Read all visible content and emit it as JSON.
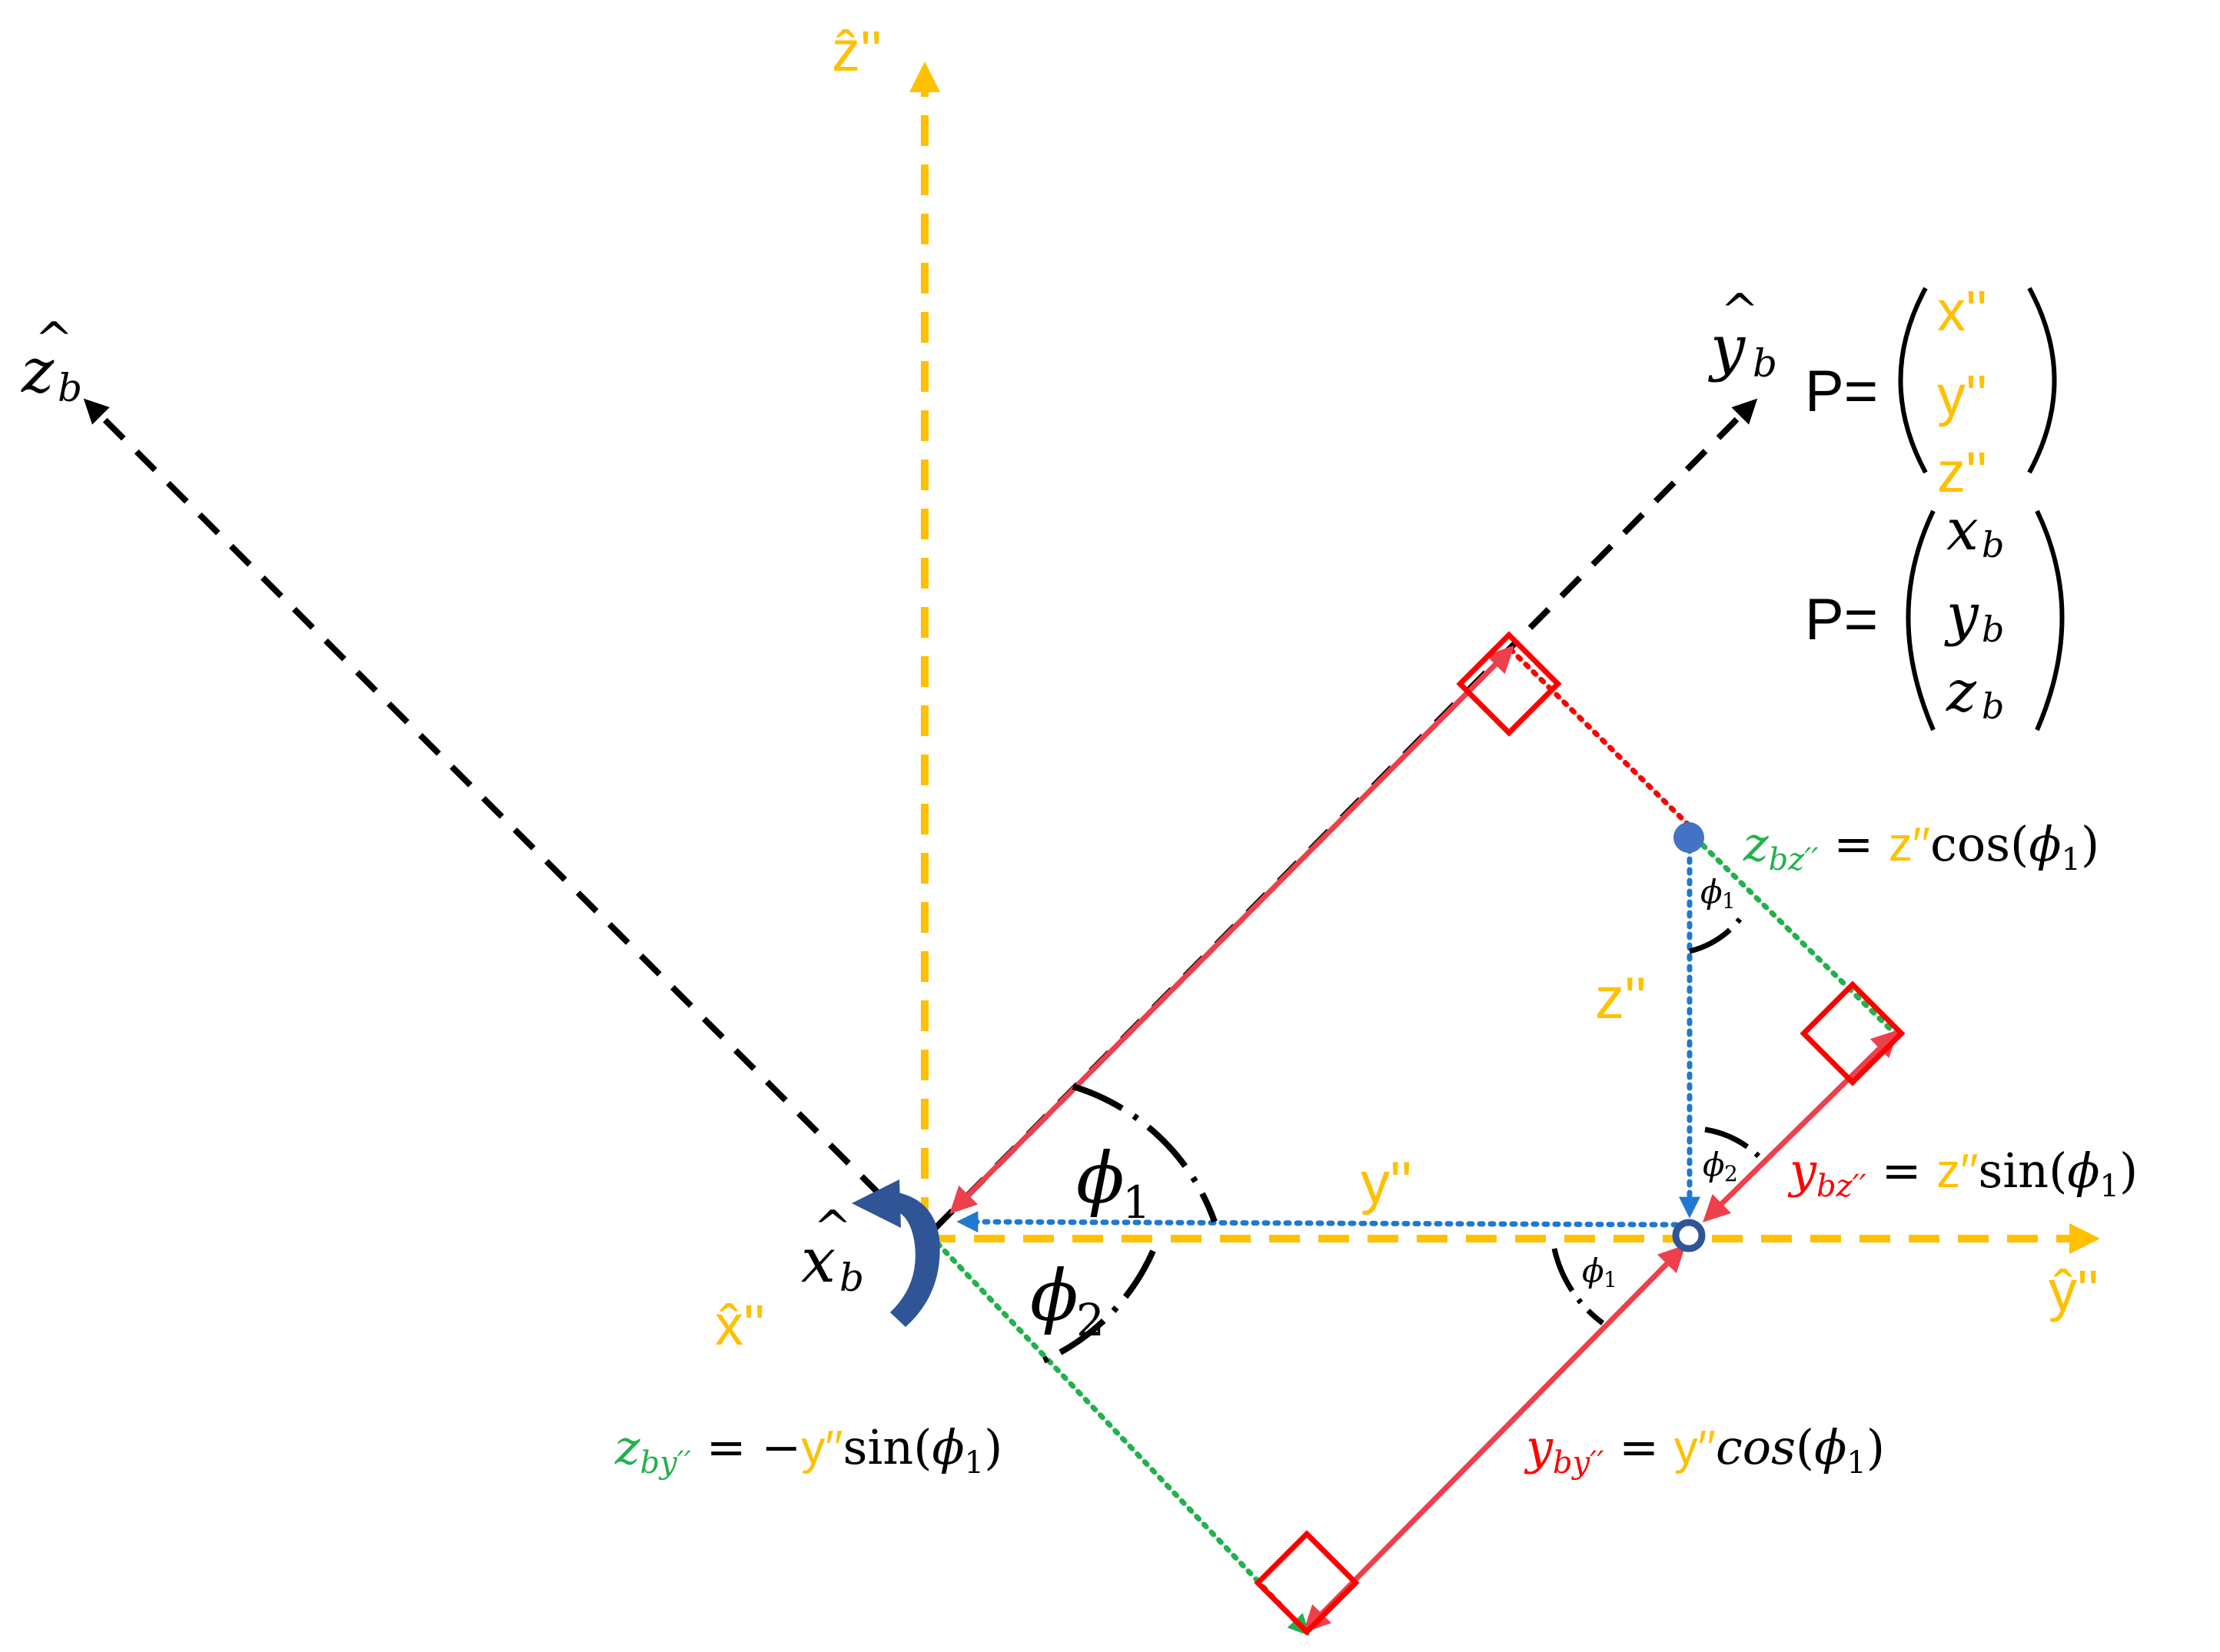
{
  "colors": {
    "primed_axes": "#FFC000",
    "body_axes": "#000000",
    "red": "#FF0000",
    "red_vector": "#EE3F4C",
    "green": "#22B14C",
    "blue": "#1F78D1",
    "rotation_arrow": "#2F5597",
    "point_fill": "#4472C4",
    "text": "#000000"
  },
  "axes": {
    "z_pp_hat": "ẑ''",
    "y_pp_hat": "ŷ''",
    "x_pp_hat": "x̂''",
    "z_b_hat": {
      "hat": "^",
      "base": "z",
      "sub": "b"
    },
    "y_b_hat": {
      "hat": "^",
      "base": "y",
      "sub": "b"
    },
    "x_b_hat": {
      "hat": "^",
      "base": "x",
      "sub": "b"
    }
  },
  "point_vectors": {
    "primed": {
      "lhs": "P=",
      "components": [
        "x''",
        "y''",
        "z''"
      ]
    },
    "body": {
      "lhs": "P=",
      "components": [
        {
          "base": "x",
          "sub": "b"
        },
        {
          "base": "y",
          "sub": "b"
        },
        {
          "base": "z",
          "sub": "b"
        }
      ]
    }
  },
  "labels": {
    "y_pp": "y''",
    "z_pp": "z''",
    "phi1_large": {
      "base": "ϕ",
      "sub": "1"
    },
    "phi2_large": {
      "base": "ϕ",
      "sub": "2"
    },
    "phi1_small_upper": {
      "base": "ϕ",
      "sub": "1"
    },
    "phi1_small_lower": {
      "base": "ϕ",
      "sub": "1"
    },
    "phi2_small": {
      "base": "ϕ",
      "sub": "2"
    }
  },
  "equations": {
    "z_bz": {
      "lhs_base": "z",
      "lhs_sub": "bz′′",
      "eq": " = ",
      "coef": "z′′",
      "func": "cos",
      "arg_open": "(",
      "arg": "ϕ",
      "arg_sub": "1",
      "arg_close": ")"
    },
    "y_bz": {
      "lhs_base": "y",
      "lhs_sub": "bz′′",
      "eq": " = ",
      "coef": "z′′",
      "func": "sin",
      "arg_open": "(",
      "arg": "ϕ",
      "arg_sub": "1",
      "arg_close": ")"
    },
    "z_by": {
      "lhs_base": "z",
      "lhs_sub": "by′′",
      "eq": " = −",
      "coef": "y′′",
      "func": "sin",
      "arg_open": "(",
      "arg": "ϕ",
      "arg_sub": "1",
      "arg_close": ")"
    },
    "y_by": {
      "lhs_base": "y",
      "lhs_sub": "by′′",
      "eq": " = ",
      "coef": "y′′",
      "func": "cos",
      "arg_open": "(",
      "arg": "ϕ",
      "arg_sub": "1",
      "arg_close": ")"
    }
  }
}
